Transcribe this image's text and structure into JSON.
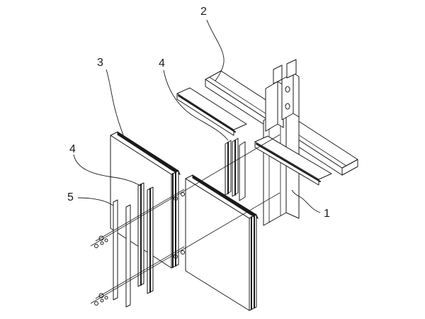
{
  "callouts": [
    {
      "id": "1",
      "text": "1"
    },
    {
      "id": "2",
      "text": "2"
    },
    {
      "id": "3",
      "text": "3"
    },
    {
      "id": "4a",
      "text": "4"
    },
    {
      "id": "4b",
      "text": "4"
    },
    {
      "id": "5",
      "text": "5"
    }
  ],
  "colors": {
    "line": "#1a1a1a",
    "background": "#ffffff"
  }
}
